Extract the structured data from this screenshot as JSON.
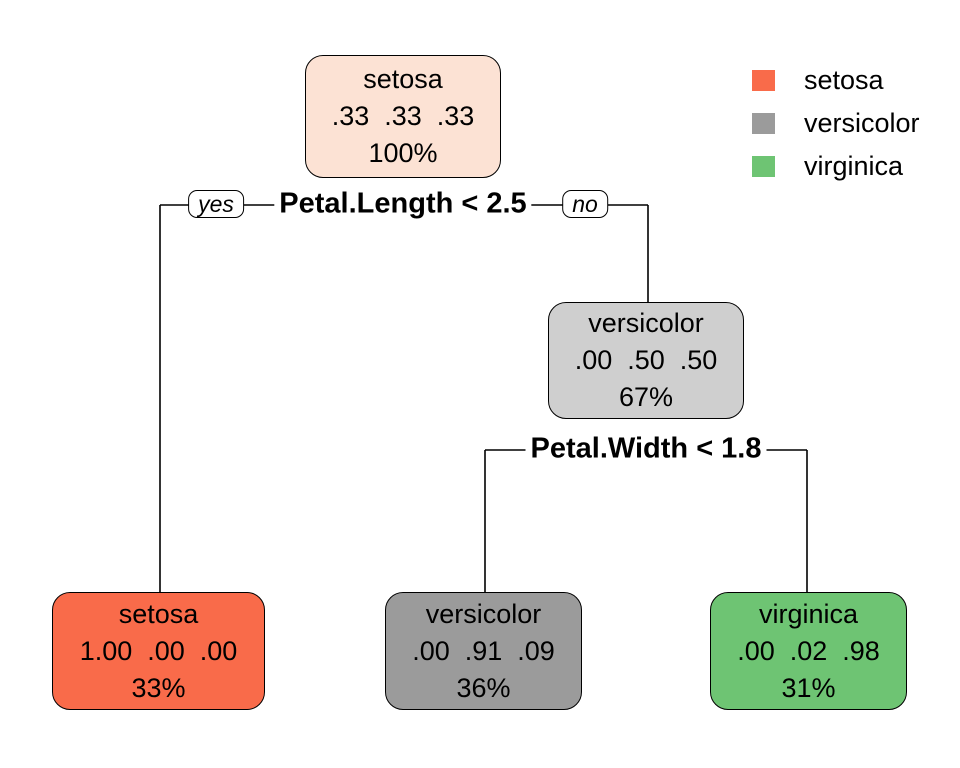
{
  "figure": {
    "background": "#ffffff"
  },
  "legend": {
    "items": [
      {
        "label": "setosa",
        "color": "#f96b4a"
      },
      {
        "label": "versicolor",
        "color": "#9b9b9b"
      },
      {
        "label": "virginica",
        "color": "#6ec473"
      }
    ]
  },
  "splits": [
    {
      "label": "Petal.Length < 2.5",
      "yes_label": "yes",
      "no_label": "no"
    },
    {
      "label": "Petal.Width < 1.8"
    }
  ],
  "nodes": {
    "root": {
      "class_label": "setosa",
      "probs": ".33  .33  .33",
      "coverage": "100%",
      "color": "#fce2d4"
    },
    "internal_versicolor": {
      "class_label": "versicolor",
      "probs": ".00  .50  .50",
      "coverage": "67%",
      "color": "#cfcfcf"
    },
    "leaf_setosa": {
      "class_label": "setosa",
      "probs": "1.00  .00  .00",
      "coverage": "33%",
      "color": "#f96b4a"
    },
    "leaf_versicolor": {
      "class_label": "versicolor",
      "probs": ".00  .91  .09",
      "coverage": "36%",
      "color": "#9b9b9b"
    },
    "leaf_virginica": {
      "class_label": "virginica",
      "probs": ".00  .02  .98",
      "coverage": "31%",
      "color": "#6ec473"
    }
  }
}
